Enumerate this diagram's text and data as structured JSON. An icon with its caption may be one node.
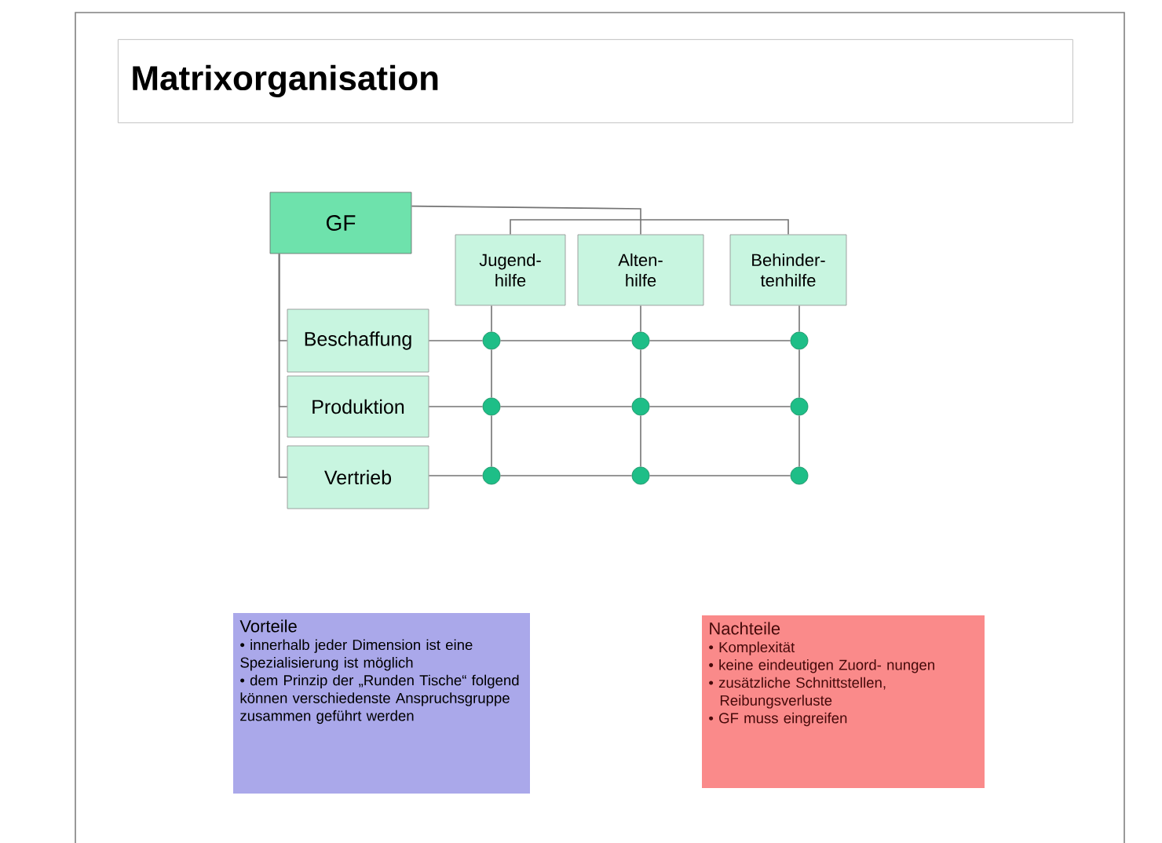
{
  "diagram": {
    "title": "Matrixorganisation",
    "nodes": [
      {
        "text": [
          "GF"
        ]
      },
      {
        "text": [
          "Jugend- hilfe"
        ]
      },
      {
        "text": [
          "Alten- hilfe"
        ]
      },
      {
        "text": [
          "Behinder- tenhilfe"
        ]
      },
      {
        "text": [
          "Beschaffung"
        ]
      },
      {
        "text": [
          "Produktion"
        ]
      },
      {
        "text": [
          "Vertrieb"
        ]
      },
      {
        "text": [],
        "shape": "circle"
      },
      {
        "text": [],
        "shape": "circle"
      },
      {
        "text": [],
        "shape": "circle"
      },
      {
        "text": [],
        "shape": "circle"
      },
      {
        "text": [],
        "shape": "circle"
      },
      {
        "text": [],
        "shape": "circle"
      },
      {
        "text": [],
        "shape": "circle"
      },
      {
        "text": [],
        "shape": "circle"
      },
      {
        "text": [],
        "shape": "circle"
      },
      {
        "text": [
          "Vorteile",
          "• innerhalb jeder Dimension ist eine Spezialisierung ist möglich",
          "• dem Prinzip der „Runden Tische“ folgend können verschiedenste Anspruchsgruppe zusammen geführt werden"
        ]
      },
      {
        "text": [
          "Nachteile",
          "• Komplexität",
          "• keine eindeutigen Zuord- nungen",
          "• zusätzliche Schnittstellen, Reibungsverluste",
          "• GF muss eingreifen"
        ]
      }
    ],
    "edges": [
      {
        "from": 0,
        "to": 1,
        "arrow": "none"
      },
      {
        "from": 0,
        "to": 2,
        "arrow": "none"
      },
      {
        "from": 0,
        "to": 3,
        "arrow": "none"
      },
      {
        "from": 0,
        "to": 4,
        "arrow": "none"
      },
      {
        "from": 0,
        "to": 5,
        "arrow": "none"
      },
      {
        "from": 0,
        "to": 6,
        "arrow": "none"
      },
      {
        "from": 1,
        "to": 7,
        "arrow": "none"
      },
      {
        "from": 2,
        "to": 8,
        "arrow": "none"
      },
      {
        "from": 3,
        "to": 9,
        "arrow": "none"
      },
      {
        "from": 7,
        "to": 10,
        "arrow": "none"
      },
      {
        "from": 8,
        "to": 11,
        "arrow": "none"
      },
      {
        "from": 9,
        "to": 12,
        "arrow": "none"
      },
      {
        "from": 10,
        "to": 13,
        "arrow": "none"
      },
      {
        "from": 11,
        "to": 14,
        "arrow": "none"
      },
      {
        "from": 12,
        "to": 15,
        "arrow": "none"
      },
      {
        "from": 4,
        "to": 7,
        "arrow": "none"
      },
      {
        "from": 5,
        "to": 10,
        "arrow": "none"
      },
      {
        "from": 6,
        "to": 13,
        "arrow": "none"
      },
      {
        "from": 7,
        "to": 8,
        "arrow": "none"
      },
      {
        "from": 8,
        "to": 9,
        "arrow": "none"
      },
      {
        "from": 10,
        "to": 11,
        "arrow": "none"
      },
      {
        "from": 11,
        "to": 12,
        "arrow": "none"
      },
      {
        "from": 13,
        "to": 14,
        "arrow": "none"
      },
      {
        "from": 14,
        "to": 15,
        "arrow": "none"
      }
    ]
  }
}
